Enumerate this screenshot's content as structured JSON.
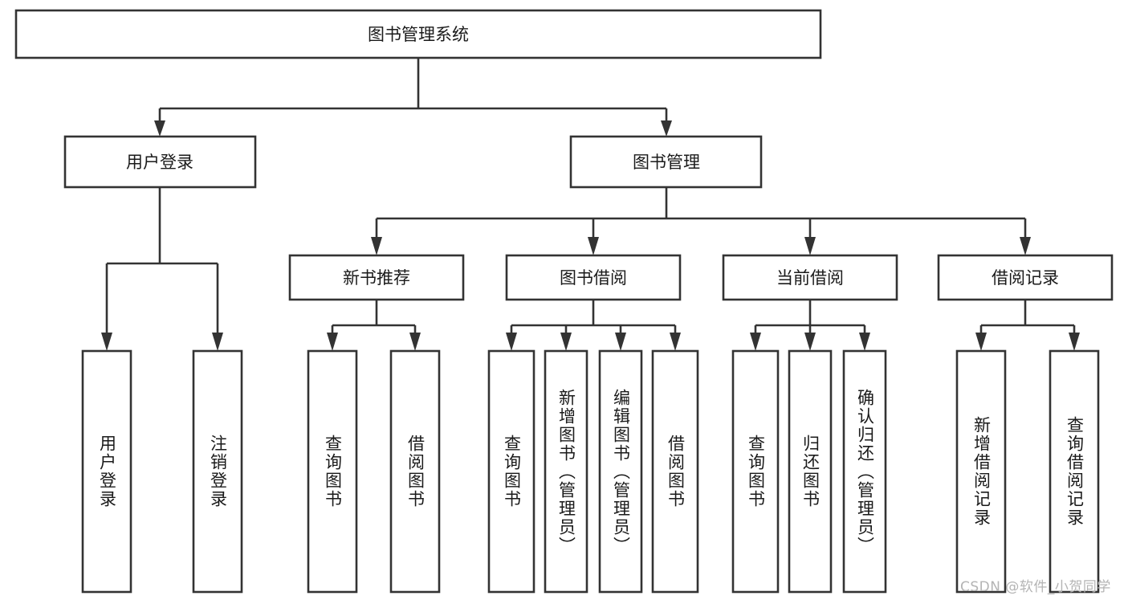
{
  "diagram": {
    "type": "hierarchy-tree",
    "title": "图书管理系统",
    "root": {
      "label": "图书管理系统",
      "level": 0
    },
    "level1": [
      {
        "label": "用户登录"
      },
      {
        "label": "图书管理"
      }
    ],
    "level2": [
      {
        "label": "新书推荐"
      },
      {
        "label": "图书借阅"
      },
      {
        "label": "当前借阅"
      },
      {
        "label": "借阅记录"
      }
    ],
    "leaves": {
      "user_login": [
        {
          "label": "用户登录"
        },
        {
          "label": "注销登录"
        }
      ],
      "new_book_recommend": [
        {
          "label": "查询图书"
        },
        {
          "label": "借阅图书"
        }
      ],
      "book_borrow": [
        {
          "label": "查询图书"
        },
        {
          "label": "新增图书（管理员）"
        },
        {
          "label": "编辑图书（管理员）"
        },
        {
          "label": "借阅图书"
        }
      ],
      "current_borrow": [
        {
          "label": "查询图书"
        },
        {
          "label": "归还图书"
        },
        {
          "label": "确认归还（管理员）"
        }
      ],
      "borrow_record": [
        {
          "label": "新增借阅记录"
        },
        {
          "label": "查询借阅记录"
        }
      ]
    },
    "watermark": "CSDN @软件_小贺同学",
    "colors": {
      "box_stroke": "#333333",
      "box_fill": "#ffffff",
      "text": "#1a1a1a",
      "watermark": "#b4b4b4",
      "background": "#ffffff"
    }
  }
}
